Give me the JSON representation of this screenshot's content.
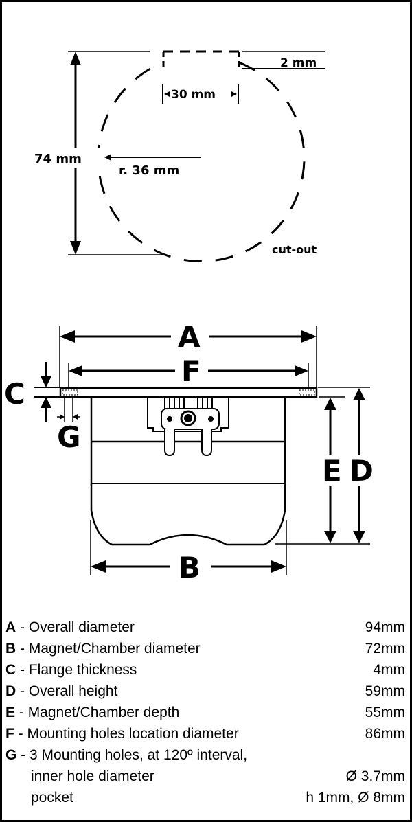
{
  "cutout": {
    "label_74": "74 mm",
    "label_2": "2 mm",
    "label_30": "30 mm",
    "label_r36": "r. 36 mm",
    "label_cutout": "cut-out"
  },
  "side_view": {
    "letter_a": "A",
    "letter_b": "B",
    "letter_c": "C",
    "letter_d": "D",
    "letter_e": "E",
    "letter_f": "F",
    "letter_g": "G"
  },
  "specs": [
    {
      "key": "A",
      "sep": " - ",
      "desc": "Overall diameter",
      "value": "94mm"
    },
    {
      "key": "B",
      "sep": " - ",
      "desc": "Magnet/Chamber diameter",
      "value": "72mm"
    },
    {
      "key": "C",
      "sep": " - ",
      "desc": "Flange thickness",
      "value": "4mm"
    },
    {
      "key": "D",
      "sep": " - ",
      "desc": "Overall height",
      "value": "59mm"
    },
    {
      "key": "E",
      "sep": " - ",
      "desc": "Magnet/Chamber depth",
      "value": "55mm"
    },
    {
      "key": "F",
      "sep": " - ",
      "desc": "Mounting holes location diameter",
      "value": "86mm"
    },
    {
      "key": "G",
      "sep": " - ",
      "desc": "3 Mounting holes, at 120º interval,",
      "value": ""
    }
  ],
  "specs_g_sub": [
    {
      "desc": "inner hole diameter",
      "value": "Ø 3.7mm"
    },
    {
      "desc": "pocket",
      "value": "h 1mm, Ø 8mm"
    }
  ]
}
